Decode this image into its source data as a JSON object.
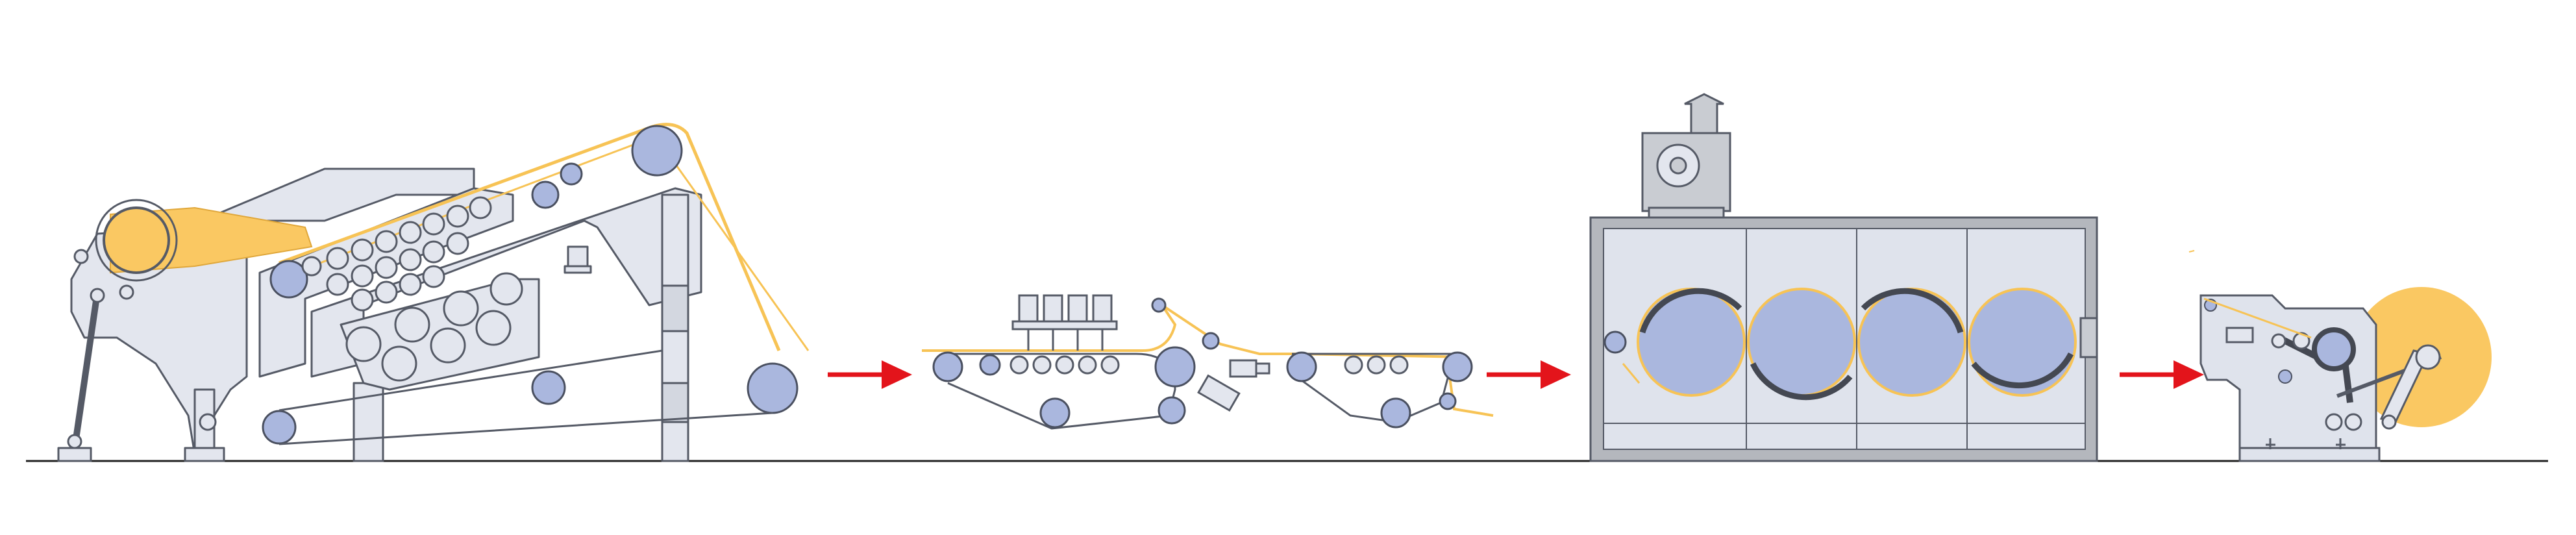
{
  "diagram": {
    "stages": [
      {
        "id": "carding-machine",
        "icon": "carding-machine-icon"
      },
      {
        "id": "web-bonding-unit",
        "icon": "bonding-unit-icon"
      },
      {
        "id": "drum-dryer",
        "icon": "drum-dryer-icon"
      },
      {
        "id": "winder",
        "icon": "winder-icon"
      }
    ],
    "connectors": [
      "arrow-right-icon",
      "arrow-right-icon",
      "arrow-right-icon"
    ],
    "colors": {
      "machine_fill": "#e3e6ee",
      "machine_stroke": "#555a66",
      "roller_fill": "#aab7de",
      "roller_stroke": "#4a5060",
      "web": "#f7c355",
      "web_fill": "#fac862",
      "arrow": "#e3141b",
      "ground": "#222222",
      "dryer_frame": "#b4b7bd",
      "dryer_panel": "#dfe3ec",
      "dryer_roof_fill": "#c9ccd2"
    }
  }
}
